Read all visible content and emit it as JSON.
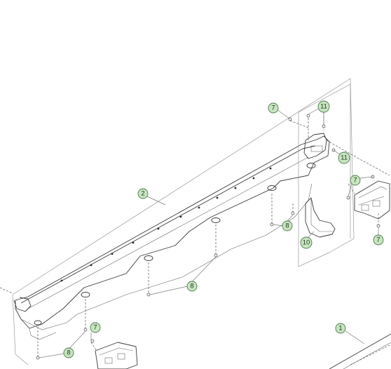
{
  "callouts": [
    {
      "id": "c1",
      "label": "1"
    },
    {
      "id": "c2",
      "label": "2"
    },
    {
      "id": "c7a",
      "label": "7"
    },
    {
      "id": "c7b",
      "label": "7"
    },
    {
      "id": "c7c",
      "label": "7"
    },
    {
      "id": "c7d",
      "label": "7"
    },
    {
      "id": "c8a",
      "label": "8"
    },
    {
      "id": "c8b",
      "label": "8"
    },
    {
      "id": "c8c",
      "label": "8"
    },
    {
      "id": "c10",
      "label": "10"
    },
    {
      "id": "c11a",
      "label": "11"
    },
    {
      "id": "c11b",
      "label": "11"
    }
  ],
  "colors": {
    "callout_fill": "#c8e4c0",
    "callout_stroke": "#4e7a4e",
    "line": "#3a3a3a"
  }
}
